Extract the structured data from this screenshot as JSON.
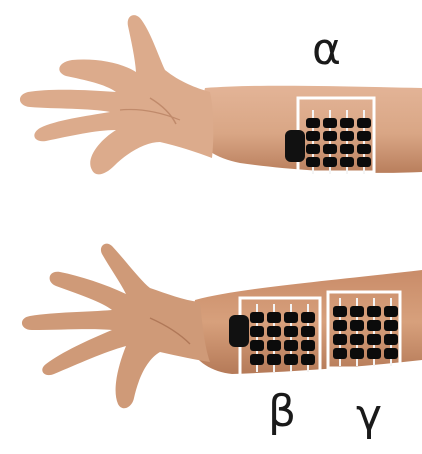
{
  "labels": {
    "alpha": "α",
    "beta": "β",
    "gamma": "γ"
  },
  "colors": {
    "skin": "#d9a685",
    "skin_shadow": "#b97f5d",
    "array_frame": "#ffffff",
    "electrode": "#0b0b0b",
    "connector": "#111111"
  },
  "arrays": {
    "alpha": {
      "rows": 4,
      "cols": 4
    },
    "beta": {
      "rows": 4,
      "cols": 4
    },
    "gamma": {
      "rows": 4,
      "cols": 4
    }
  }
}
